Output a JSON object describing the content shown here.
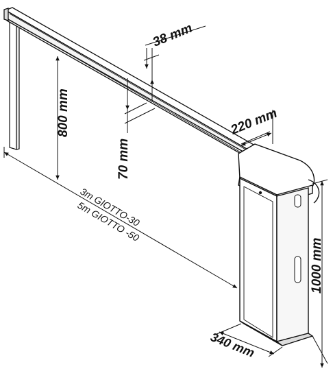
{
  "diagram": {
    "dimensions": {
      "boom_height": "38 mm",
      "boom_total_height": "800 mm",
      "boom_depth": "70 mm",
      "housing_width": "220 mm",
      "housing_height": "1000 mm",
      "housing_depth": "340 mm"
    },
    "models": {
      "short": "3m GIOTTO-30",
      "long": "5m GIOTTO -50"
    }
  },
  "colors": {
    "line": "#111111",
    "fill": "#ffffff",
    "shade": "#eeeeee"
  }
}
